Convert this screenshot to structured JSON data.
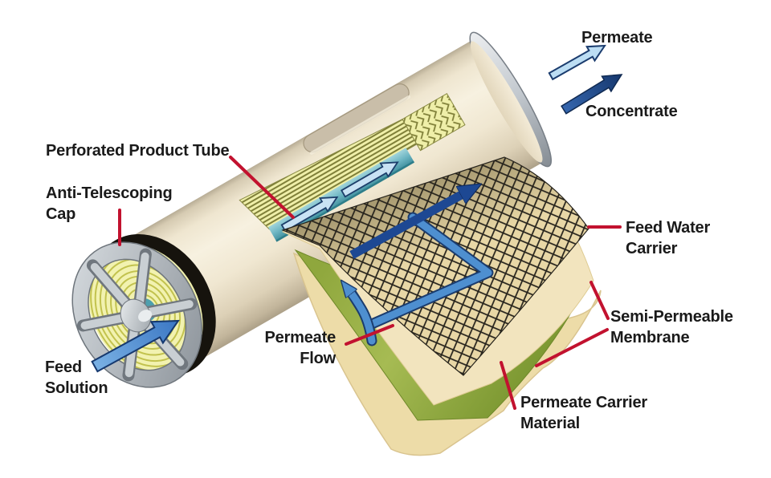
{
  "labels": {
    "permeate": {
      "line1": "Permeate"
    },
    "concentrate": {
      "line1": "Concentrate"
    },
    "perforated_product_tube": {
      "line1": "Perforated Product Tube"
    },
    "anti_telescoping_cap": {
      "line1": "Anti-Telescoping",
      "line2": "Cap"
    },
    "feed_solution": {
      "line1": "Feed",
      "line2": "Solution"
    },
    "permeate_flow": {
      "line1": "Permeate",
      "line2": "Flow"
    },
    "feed_water_carrier": {
      "line1": "Feed Water",
      "line2": "Carrier"
    },
    "semi_permeable_membrane": {
      "line1": "Semi-Permeable",
      "line2": "Membrane"
    },
    "permeate_carrier_material": {
      "line1": "Permeate Carrier",
      "line2": "Material"
    }
  },
  "arrows": [
    {
      "name": "permeate-out-arrow",
      "color": "#BCDDF3"
    },
    {
      "name": "concentrate-out-arrow",
      "color": "#1D4893"
    },
    {
      "name": "feed-solution-arrow",
      "color": "#4E92D8"
    },
    {
      "name": "feed-flow-mesh-arrow",
      "color": "#1D4893"
    },
    {
      "name": "permeate-flow-arrow",
      "color": "#4E8FD0"
    },
    {
      "name": "product-tube-arrows",
      "color": "#C8E2F4"
    }
  ],
  "colors": {
    "leader_red": "#C2122F",
    "shell_cream": "#EFE6D0",
    "cap_gray": "#AEB5BB",
    "winding_yellow": "#EFEFA9",
    "product_tube_teal": "#6FB7C4",
    "membrane_tan": "#F2E3BC",
    "permeate_carrier_green": "#8AA83C",
    "mesh_black": "#26231C",
    "text_black": "#1A1A1A"
  }
}
